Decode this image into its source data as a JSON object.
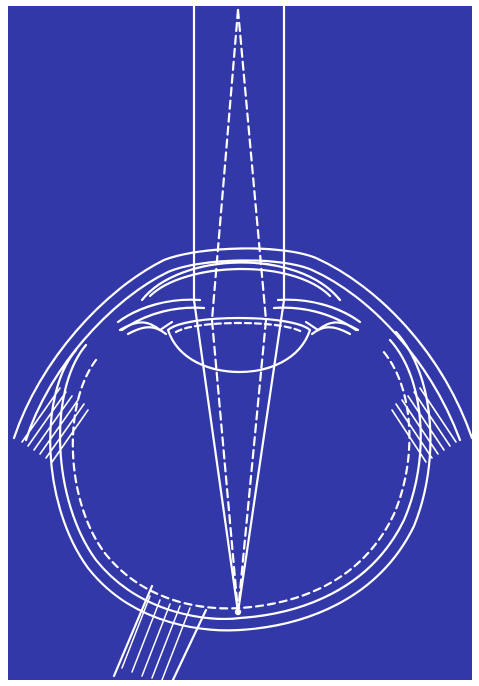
{
  "figure": {
    "subject": "eye-cross-section",
    "colors": {
      "background": "#3338A8",
      "line": "#FFFFFF",
      "page": "#FFFFFF"
    },
    "rays": [
      {
        "name": "incident-ray-left",
        "style": "solid"
      },
      {
        "name": "incident-ray-right",
        "style": "solid"
      },
      {
        "name": "focus-ray-dashed-left",
        "style": "dashed"
      },
      {
        "name": "focus-ray-dashed-right",
        "style": "dashed"
      }
    ],
    "parts": [
      "cornea",
      "iris",
      "lens",
      "ciliary-body",
      "sclera",
      "retina",
      "optic-nerve",
      "eye-muscle-left",
      "eye-muscle-right",
      "focal-point"
    ]
  }
}
